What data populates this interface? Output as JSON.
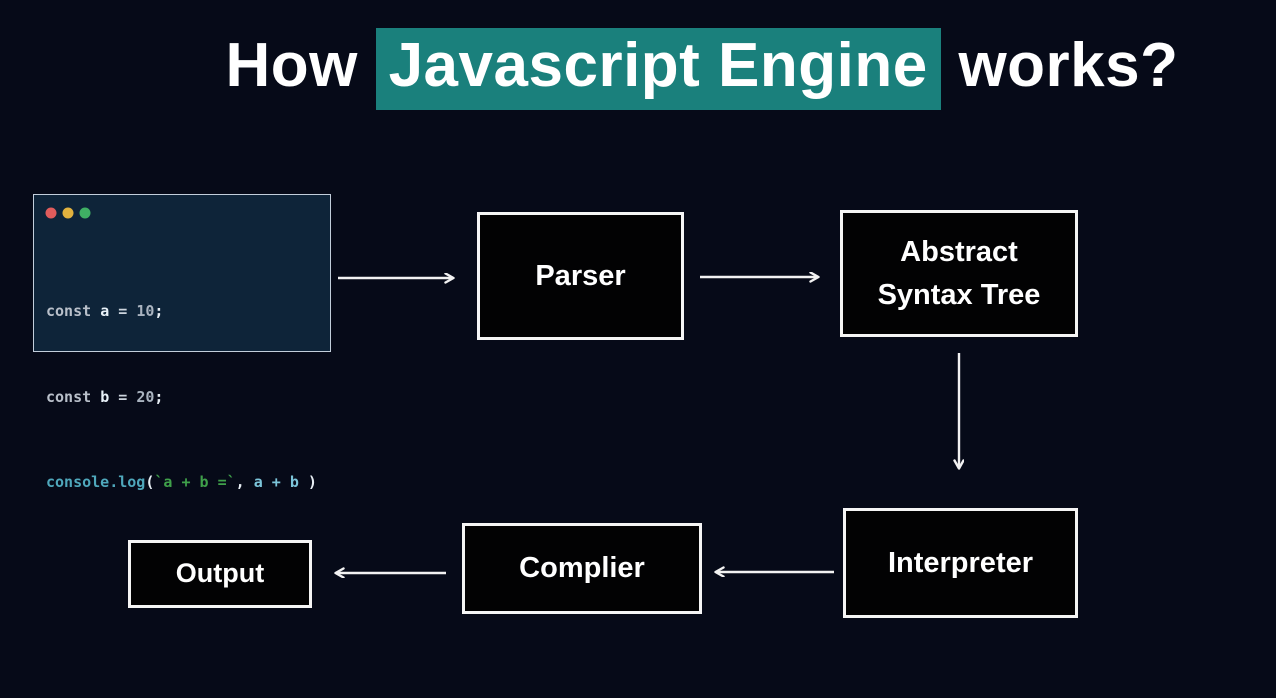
{
  "colors": {
    "background": "#060a18",
    "title_highlight": "#1a807c",
    "box_background": "#020203",
    "box_border": "#f5f5f5",
    "code_window_background": "#0e2439",
    "code_window_border": "#c2cedb",
    "arrow": "#f2f2f2"
  },
  "title": {
    "pre": "How ",
    "highlight": "Javascript Engine",
    "post": " works?"
  },
  "code_window": {
    "traffic_lights": [
      {
        "name": "red-dot",
        "color": "#e05c5c"
      },
      {
        "name": "yellow-dot",
        "color": "#e2b23e"
      },
      {
        "name": "green-dot",
        "color": "#3faf64"
      }
    ],
    "lines": {
      "line1": {
        "keyword": "const ",
        "variable": "a ",
        "operator": "= ",
        "number": "10",
        "semicolon": ";"
      },
      "line2": {
        "keyword": "const ",
        "variable": "b ",
        "operator": "= ",
        "number": "20",
        "semicolon": ";"
      },
      "line3": {
        "function": "console.log",
        "open_paren": "(",
        "template_string": "`a + b =`",
        "comma": ", ",
        "expression": "a + b",
        "close_paren": " )"
      }
    }
  },
  "boxes": {
    "parser": {
      "label": "Parser"
    },
    "ast": {
      "label_line1": "Abstract",
      "label_line2": "Syntax Tree"
    },
    "interpreter": {
      "label": "Interpreter"
    },
    "complier": {
      "label": "Complier"
    },
    "output": {
      "label": "Output"
    }
  },
  "connections": [
    {
      "from": "code-editor",
      "to": "parser"
    },
    {
      "from": "parser",
      "to": "abstract-syntax-tree"
    },
    {
      "from": "abstract-syntax-tree",
      "to": "interpreter"
    },
    {
      "from": "interpreter",
      "to": "complier"
    },
    {
      "from": "complier",
      "to": "output"
    }
  ]
}
